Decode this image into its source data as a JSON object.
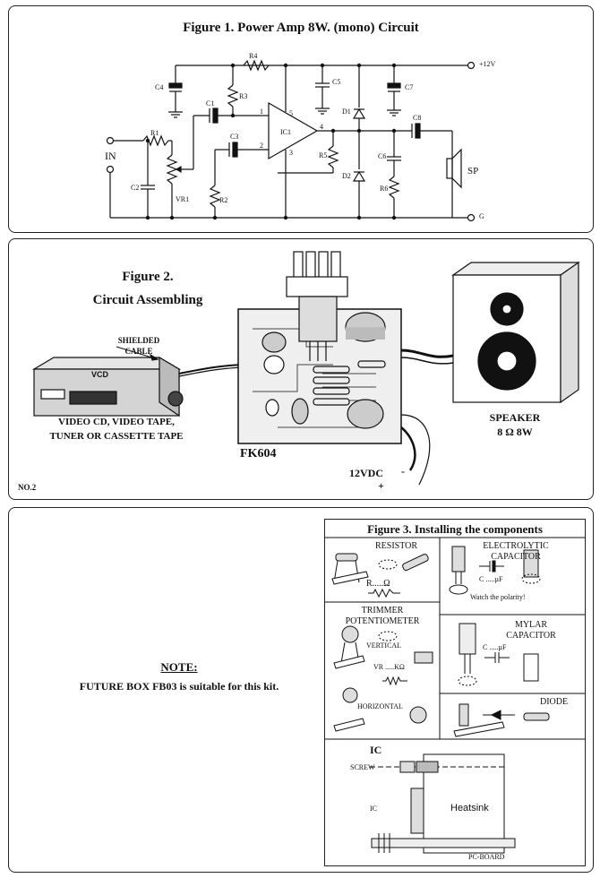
{
  "figure1": {
    "title": "Figure 1. Power Amp 8W. (mono) Circuit",
    "labels": {
      "r4": "R4",
      "c4": "C4",
      "r3": "R3",
      "c1": "C1",
      "c5": "C5",
      "c7": "C7",
      "d1": "D1",
      "plus12v": "+12V",
      "c3": "C3",
      "r1": "R1",
      "in": "IN",
      "c2": "C2",
      "vr1": "VR1",
      "r2": "R2",
      "ic1": "IC1",
      "r5": "R5",
      "d2": "D2",
      "c8": "C8",
      "c6": "C6",
      "r6": "R6",
      "sp": "SP",
      "g": "G",
      "pin1": "1",
      "pin2": "2",
      "pin3": "3",
      "pin4": "4",
      "pin5": "5"
    }
  },
  "figure2": {
    "title_line1": "Figure 2.",
    "title_line2": "Circuit Assembling",
    "shielded_line1": "SHIELDED",
    "shielded_line2": "CABLE",
    "source_line1": "VIDEO CD, VIDEO TAPE,",
    "source_line2": "TUNER OR CASSETTE TAPE",
    "vcd_label": "VCD",
    "board_label": "FK604",
    "supply_label": "12VDC",
    "supply_minus": "-",
    "supply_plus": "+",
    "speaker_line1": "SPEAKER",
    "speaker_line2": "8 Ω 8W",
    "panel_no": "NO.2"
  },
  "note": {
    "heading": "NOTE:",
    "text": "FUTURE BOX FB03 is suitable for this kit."
  },
  "figure3": {
    "title": "Figure 3. Installing the components",
    "resistor": {
      "title": "RESISTOR",
      "symbol": "R.....Ω"
    },
    "electrolytic": {
      "title_line1": "ELECTROLYTIC",
      "title_line2": "CAPACITOR",
      "symbol": "C .....µF",
      "note": "Watch the polarity!"
    },
    "trimmer": {
      "title_line1": "TRIMMER",
      "title_line2": "POTENTIOMETER",
      "vertical": "VERTICAL",
      "symbol": "VR .....KΩ",
      "horizontal": "HORIZONTAL"
    },
    "mylar": {
      "title_line1": "MYLAR",
      "title_line2": "CAPACITOR",
      "symbol": "C .....µF"
    },
    "diode": {
      "title": "DIODE"
    },
    "ic": {
      "title": "IC",
      "screw": "SCREW",
      "ic_label": "IC",
      "heatsink": "Heatsink",
      "pcboard": "PC-BOARD"
    }
  }
}
